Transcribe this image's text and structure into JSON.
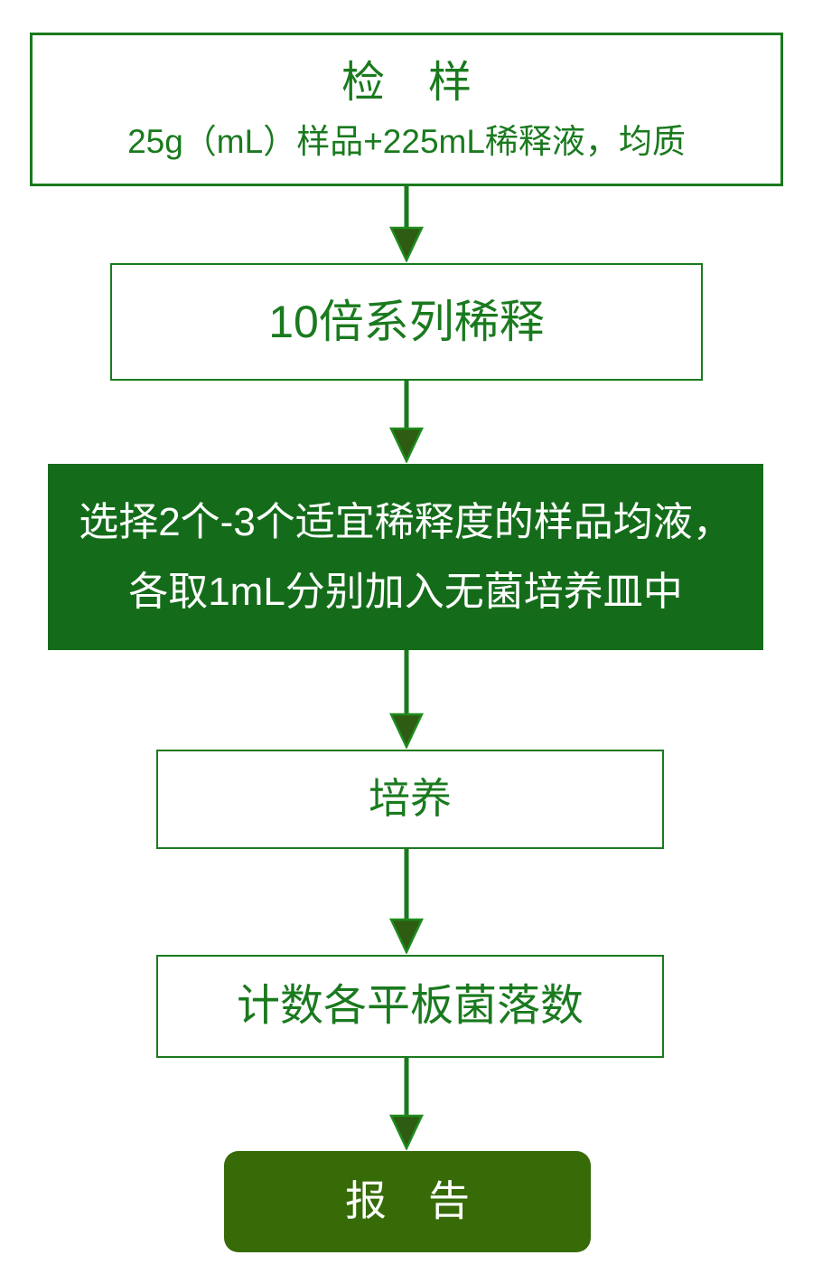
{
  "flowchart": {
    "colors": {
      "accent_green": "#1a7a1e",
      "text_green": "#1a7a1e",
      "filled_box_green": "#146c1a",
      "report_box_green": "#366b08",
      "arrow_line_green": "#1a7a1e",
      "arrow_head_fill": "#2d5c12",
      "arrow_head_stroke": "#1f8c1f",
      "box_text_white": "#ffffff",
      "page_bg": "#ffffff"
    },
    "steps": [
      {
        "id": "sample",
        "title": "检　样",
        "subtitle": "25g（mL）样品+225mL稀释液，均质"
      },
      {
        "id": "dilution",
        "title": "10倍系列稀释"
      },
      {
        "id": "plating",
        "lines": [
          "选择2个-3个适宜稀释度的样品均液，",
          "各取1mL分别加入无菌培养皿中"
        ]
      },
      {
        "id": "incubation",
        "title": "培养"
      },
      {
        "id": "counting",
        "title": "计数各平板菌落数"
      },
      {
        "id": "report",
        "title": "报　告"
      }
    ]
  }
}
